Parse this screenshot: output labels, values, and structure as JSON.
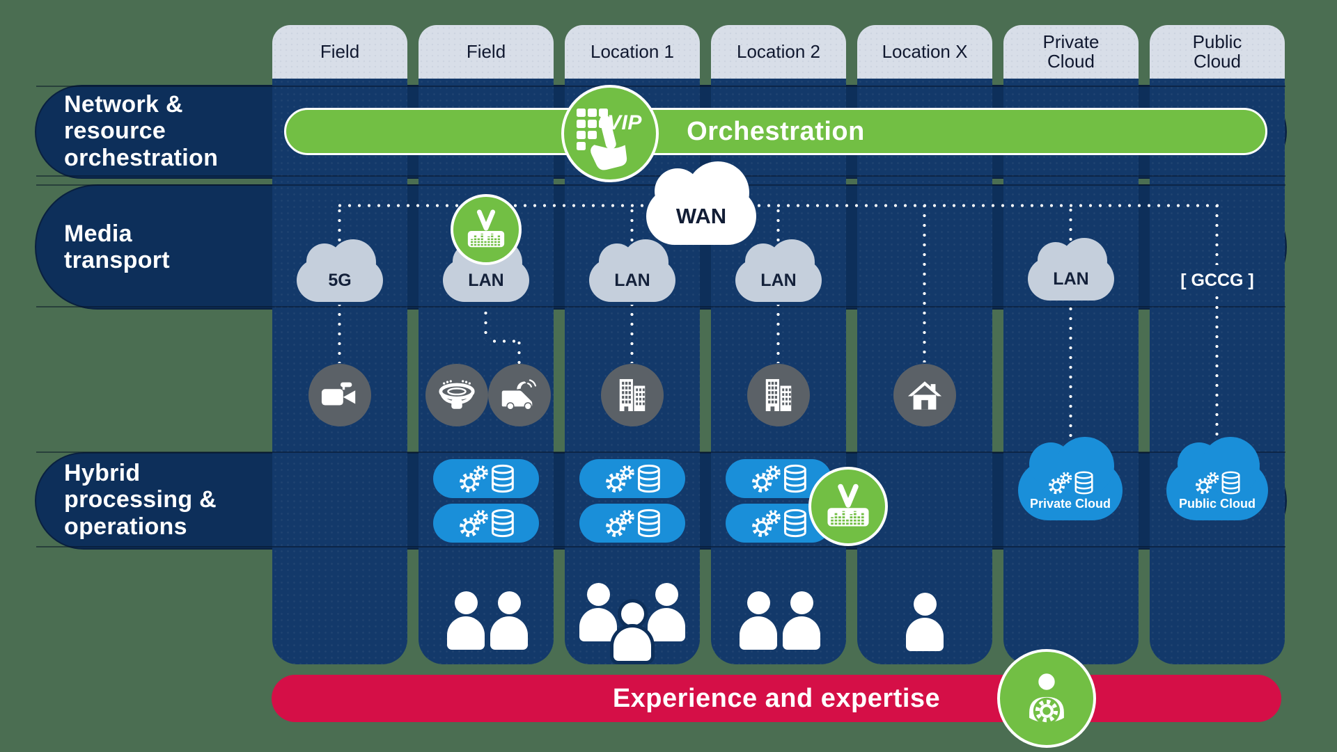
{
  "columns": [
    {
      "label": "Field"
    },
    {
      "label": "Field"
    },
    {
      "label": "Location 1"
    },
    {
      "label": "Location 2"
    },
    {
      "label": "Location X"
    },
    {
      "label": "Private Cloud"
    },
    {
      "label": "Public Cloud"
    }
  ],
  "rows": [
    {
      "label": "Network &\nresource\norchestration"
    },
    {
      "label": "Media\ntransport"
    },
    {
      "label": "Hybrid\nprocessing &\noperations"
    }
  ],
  "network": {
    "orchestration_label": "Orchestration",
    "vip_label": "VIP",
    "wan_label": "WAN"
  },
  "transport": {
    "field1": "5G",
    "field2": "LAN",
    "location1": "LAN",
    "location2": "LAN",
    "private_cloud": "LAN",
    "public_cloud": "[ GCCG ]"
  },
  "processing": {
    "private_cloud_label": "Private Cloud",
    "public_cloud_label": "Public Cloud"
  },
  "footer": {
    "label": "Experience and expertise"
  },
  "icons": {
    "vip": "vip-touch-keypad-icon",
    "v_logo": "v-equalizer-icon",
    "camera": "video-camera-icon",
    "stadium": "stadium-icon",
    "truck": "satellite-truck-icon",
    "buildings": "office-buildings-icon",
    "house": "house-icon",
    "gear_db": "gear-database-icon",
    "people": "person-icon",
    "expert": "person-gear-icon"
  },
  "connections": [
    "orchestration-bar spans all columns",
    "wan cloud links dotted line across field-1, field-2, location-1, location-2, location-x, private-cloud, public-cloud",
    "field-1: 5G cloud to camera",
    "field-2: LAN cloud to satellite-truck (stadium adjacent)",
    "location-1: LAN cloud to buildings",
    "location-2: LAN cloud to buildings",
    "location-x: line direct to house",
    "private-cloud: LAN cloud to private cloud processing",
    "public-cloud: GCCG to public cloud processing"
  ],
  "colors": {
    "background": "#4b6e52",
    "header_bg": "#d8dee8",
    "column_strip": "#13396a",
    "row_pill": "#0d2f5a",
    "accent_green": "#72bf44",
    "accent_blue": "#1a8fd9",
    "accent_red": "#d50f47",
    "cloud_gray": "#c5cfdc",
    "device_gray": "#5b6167",
    "white": "#ffffff"
  }
}
